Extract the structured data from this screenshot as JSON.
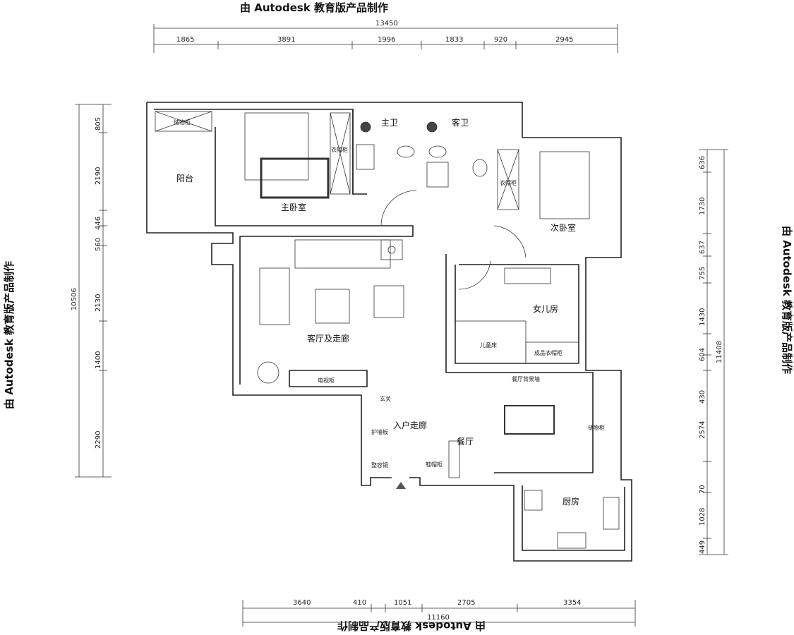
{
  "watermark": "由 Autodesk 教育版产品制作",
  "dims": {
    "top_total": "13450",
    "top": [
      "1865",
      "3891",
      "1996",
      "1833",
      "920",
      "2945"
    ],
    "left_total": "10506",
    "left": [
      "805",
      "2190",
      "446",
      "560",
      "2130",
      "1400",
      "2290"
    ],
    "right_total": "11408",
    "right": [
      "636",
      "1730",
      "637",
      "755",
      "1430",
      "604",
      "430",
      "2574",
      "70",
      "1028",
      "449"
    ],
    "bottom_total": "11160",
    "bottom": [
      "3640",
      "410",
      "1051",
      "2705",
      "3354"
    ]
  },
  "rooms": {
    "balcony": "阳台",
    "master_bedroom": "主卧室",
    "master_bath": "主卫",
    "guest_bath": "客卫",
    "second_bedroom": "次卧室",
    "daughter_room": "女儿房",
    "living": "客厅及走廊",
    "entry_hall": "入户走廊",
    "dining": "餐厅",
    "kitchen": "厨房"
  },
  "furniture": {
    "storage1": "储物柜",
    "wardrobe1": "衣帽柜",
    "wardrobe2": "衣帽柜",
    "kids_bed": "儿童床",
    "wardrobe3": "成品衣帽柜",
    "tv_cabinet": "电视柜",
    "foyer": "玄关",
    "wall_panel": "护墙板",
    "mirror": "整容镜",
    "shoe_cabinet": "鞋帽柜",
    "dining_wall": "餐厅背景墙",
    "storage2": "储物柜"
  }
}
